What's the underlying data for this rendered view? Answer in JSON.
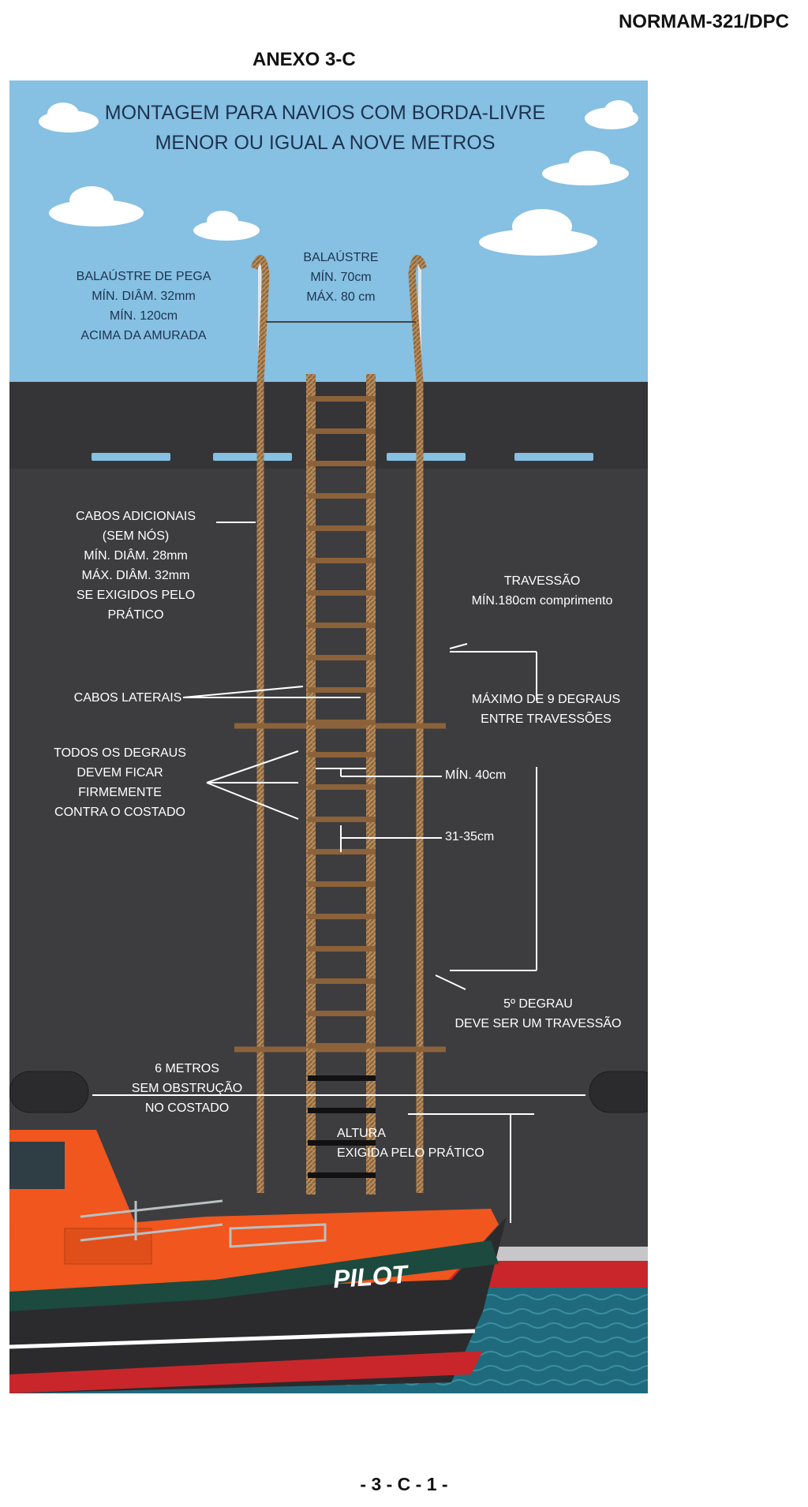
{
  "header": {
    "doc_code": "NORMAM-321/DPC",
    "annex": "ANEXO 3-C"
  },
  "figure": {
    "title_line1": "MONTAGEM PARA NAVIOS COM BORDA-LIVRE",
    "title_line2": "MENOR OU IGUAL A NOVE METROS",
    "labels": {
      "stanchion_grab": [
        "BALAÚSTRE DE PEGA",
        "MÍN. DIÂM. 32mm",
        "MÍN. 120cm",
        "ACIMA DA AMURADA"
      ],
      "stanchion": [
        "BALAÚSTRE",
        "MÍN. 70cm",
        "MÁX. 80 cm"
      ],
      "additional_ropes": [
        "CABOS ADICIONAIS",
        "(SEM NÓS)",
        "MÍN. DIÂM. 28mm",
        "MÁX. DIÂM. 32mm",
        "SE EXIGIDOS PELO",
        "PRÁTICO"
      ],
      "spreader": [
        "TRAVESSÃO",
        "MÍN.180cm comprimento"
      ],
      "side_ropes": "CABOS LATERAIS",
      "max_steps": [
        "MÁXIMO DE 9 DEGRAUS",
        "ENTRE TRAVESSÕES"
      ],
      "all_steps": [
        "TODOS OS DEGRAUS",
        "DEVEM FICAR",
        "FIRMEMENTE",
        "CONTRA O COSTADO"
      ],
      "min_width": "MÍN. 40cm",
      "step_spacing": "31-35cm",
      "fifth_step": [
        "5º DEGRAU",
        "DEVE SER UM TRAVESSÃO"
      ],
      "clear_hull": [
        "6 METROS",
        "SEM OBSTRUÇÃO",
        "NO COSTADO"
      ],
      "height": [
        "ALTURA",
        "EXIGIDA PELO PRÁTICO"
      ],
      "boat_name": "PILOT"
    },
    "colors": {
      "sky": "#86c0e2",
      "hull": "#3d3d40",
      "rope": "#b58a5b",
      "boat_orange": "#f0561d",
      "boat_red": "#c8262b",
      "sea": "#1f6b7d"
    }
  },
  "footer": {
    "page": "- 3 - C - 1 -"
  }
}
